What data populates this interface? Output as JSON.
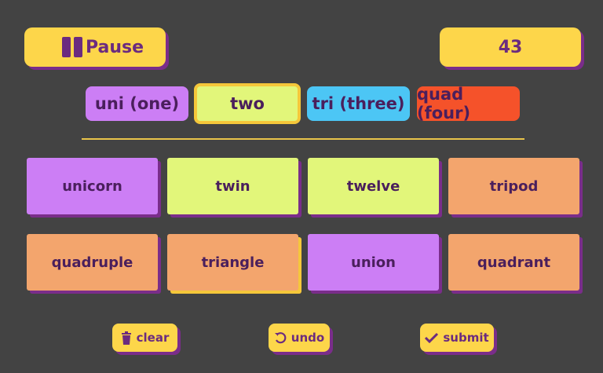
{
  "header": {
    "pause_label": "Pause",
    "score": "43"
  },
  "categories": [
    {
      "label": "uni (one)",
      "color": "#cc7ef5"
    },
    {
      "label": "two",
      "color": "#e2f67a",
      "selected": true
    },
    {
      "label": "tri (three)",
      "color": "#4cc6f5"
    },
    {
      "label": "quad (four)",
      "color": "#f5522a"
    }
  ],
  "cards": [
    {
      "word": "unicorn",
      "color": "#cc7ef5"
    },
    {
      "word": "twin",
      "color": "#e2f67a"
    },
    {
      "word": "twelve",
      "color": "#e2f67a"
    },
    {
      "word": "tripod",
      "color": "#f3a56d"
    },
    {
      "word": "quadruple",
      "color": "#f3a56d"
    },
    {
      "word": "triangle",
      "color": "#f3a56d",
      "picked": true
    },
    {
      "word": "union",
      "color": "#cc7ef5"
    },
    {
      "word": "quadrant",
      "color": "#f3a56d"
    }
  ],
  "actions": {
    "clear_label": "clear",
    "undo_label": "undo",
    "submit_label": "submit"
  },
  "colors": {
    "background": "#434343",
    "button": "#fdd64a",
    "shadow": "#7a2d8a",
    "text": "#6b2b7f"
  }
}
